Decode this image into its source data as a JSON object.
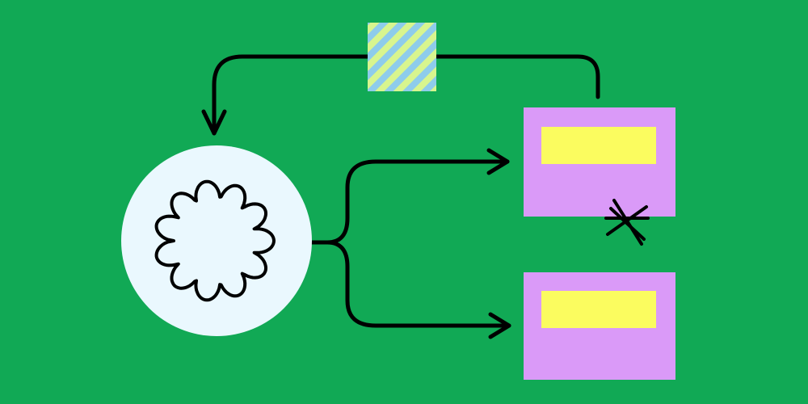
{
  "colors": {
    "background": "#11A955",
    "line": "#000000",
    "circle_fill": "#EAF8FE",
    "box_fill": "#DA9AF8",
    "box_bar": "#FBFC5F",
    "stripe_a": "#8ECCEB",
    "stripe_b": "#D8F58E"
  },
  "icons": {
    "hub": "flower-icon",
    "token": "striped-square-icon",
    "spark": "asterisk-icon"
  },
  "diagram": {
    "nodes": [
      {
        "id": "hub",
        "shape": "circle",
        "content_icon": "flower-icon"
      },
      {
        "id": "top-card",
        "shape": "rectangle",
        "content": "highlight-bar"
      },
      {
        "id": "bottom-card",
        "shape": "rectangle",
        "content": "highlight-bar"
      },
      {
        "id": "token",
        "shape": "square",
        "pattern": "diagonal-stripes"
      }
    ],
    "edges": [
      {
        "from": "hub",
        "to": "top-card",
        "arrow": "end"
      },
      {
        "from": "hub",
        "to": "bottom-card",
        "arrow": "end"
      },
      {
        "from": "top-card",
        "to": "hub",
        "arrow": "end",
        "via": "token"
      }
    ]
  }
}
